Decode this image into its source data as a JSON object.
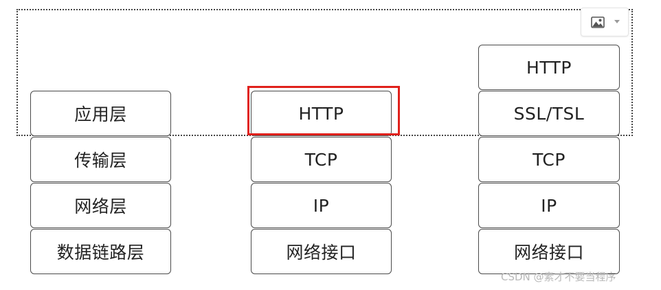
{
  "toolbar": {
    "image_icon": "image-icon",
    "dropdown_icon": "chevron-down-icon"
  },
  "layers": [
    "应用层",
    "传输层",
    "网络层",
    "数据链路层"
  ],
  "http_stack": [
    "HTTP",
    "TCP",
    "IP",
    "网络接口"
  ],
  "https_stack": [
    "HTTP",
    "SSL/TSL",
    "TCP",
    "IP",
    "网络接口"
  ],
  "highlight_color": "#e0201b",
  "watermark": "CSDN @素才不要当程序"
}
